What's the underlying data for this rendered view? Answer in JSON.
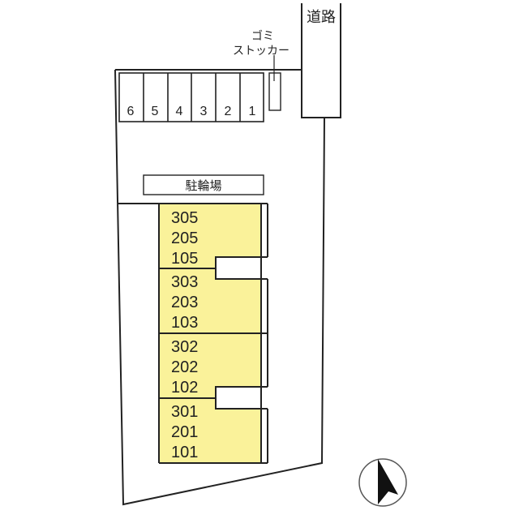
{
  "road": {
    "label": "道路"
  },
  "trash": {
    "label_line1": "ゴミ",
    "label_line2": "ストッカー"
  },
  "parking": {
    "spaces": [
      "6",
      "5",
      "4",
      "3",
      "2",
      "1"
    ]
  },
  "bicycle": {
    "label": "駐輪場"
  },
  "building": {
    "fill_color": "#faf29a",
    "units": [
      {
        "rooms": [
          "305",
          "205",
          "105"
        ]
      },
      {
        "rooms": [
          "303",
          "203",
          "103"
        ]
      },
      {
        "rooms": [
          "302",
          "202",
          "102"
        ]
      },
      {
        "rooms": [
          "301",
          "201",
          "101"
        ]
      }
    ]
  },
  "compass": {
    "direction": "north"
  }
}
